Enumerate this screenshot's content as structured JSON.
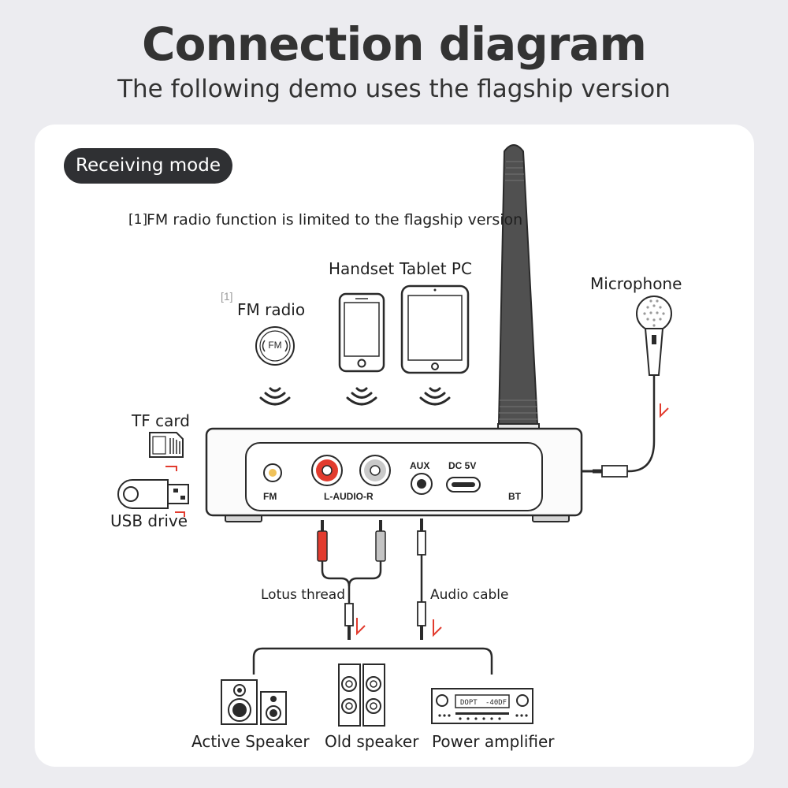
{
  "header": {
    "title": "Connection diagram",
    "subtitle": "The following demo uses the flagship version"
  },
  "mode": {
    "label": "Receiving mode"
  },
  "note": {
    "marker": "[1]",
    "text": "FM radio function is limited to the flagship version"
  },
  "sources": {
    "fm_marker": "[1]",
    "fm_label": "FM radio",
    "fm_icon_text": "FM",
    "handset_label": "Handset",
    "tablet_label": "Tablet PC",
    "microphone_label": "Microphone"
  },
  "storage": {
    "tf_label": "TF card",
    "usb_label": "USB drive"
  },
  "device": {
    "ports": {
      "fm": "FM",
      "audio": "L-AUDIO-R",
      "aux": "AUX",
      "dc": "DC 5V",
      "bt": "BT"
    }
  },
  "cables": {
    "lotus": "Lotus thread",
    "audio": "Audio cable"
  },
  "outputs": {
    "active_speaker": "Active Speaker",
    "old_speaker": "Old speaker",
    "amplifier": "Power amplifier",
    "amp_display_left": "DOPT",
    "amp_display_right": "-40DF"
  },
  "colors": {
    "accent_red": "#e23b2e",
    "dark": "#2f3033",
    "background": "#ececf0"
  }
}
